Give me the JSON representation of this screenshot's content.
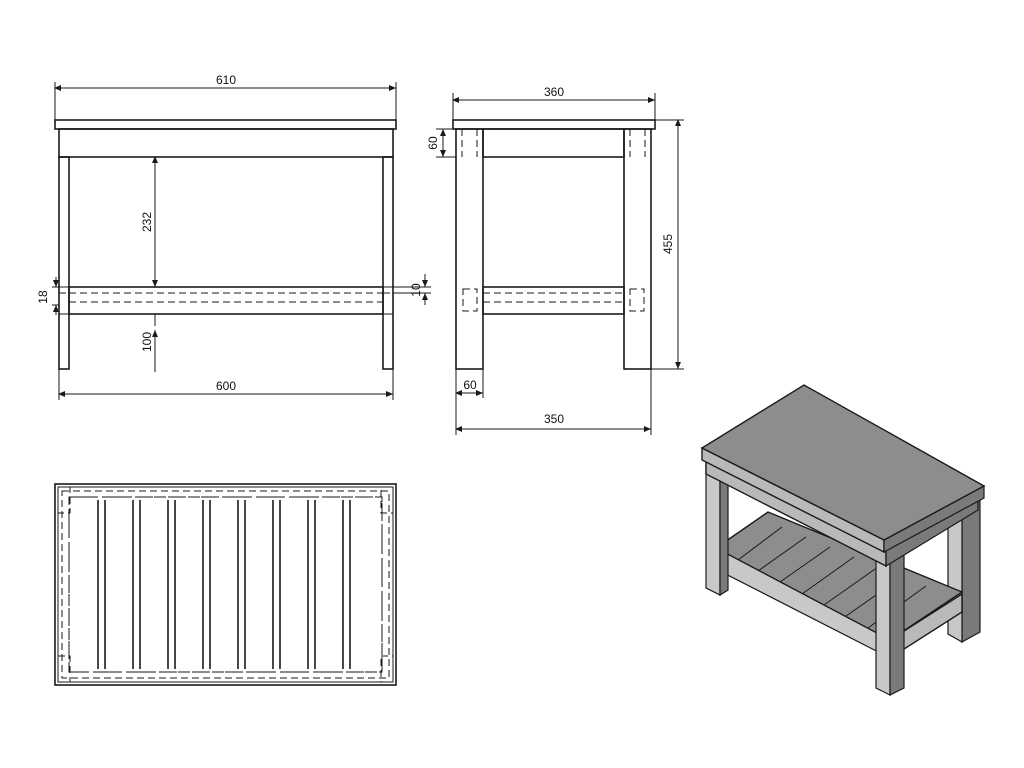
{
  "dimensions": {
    "front_top_width": "610",
    "front_bottom_width": "600",
    "front_shelf_gap": "232",
    "front_shelf_thickness": "18",
    "front_shelf_height": "100",
    "front_shelf_offset": "10",
    "side_top_depth": "360",
    "side_top_thickness": "60",
    "side_total_height": "455",
    "side_leg_width": "60",
    "side_bottom_depth": "350"
  }
}
